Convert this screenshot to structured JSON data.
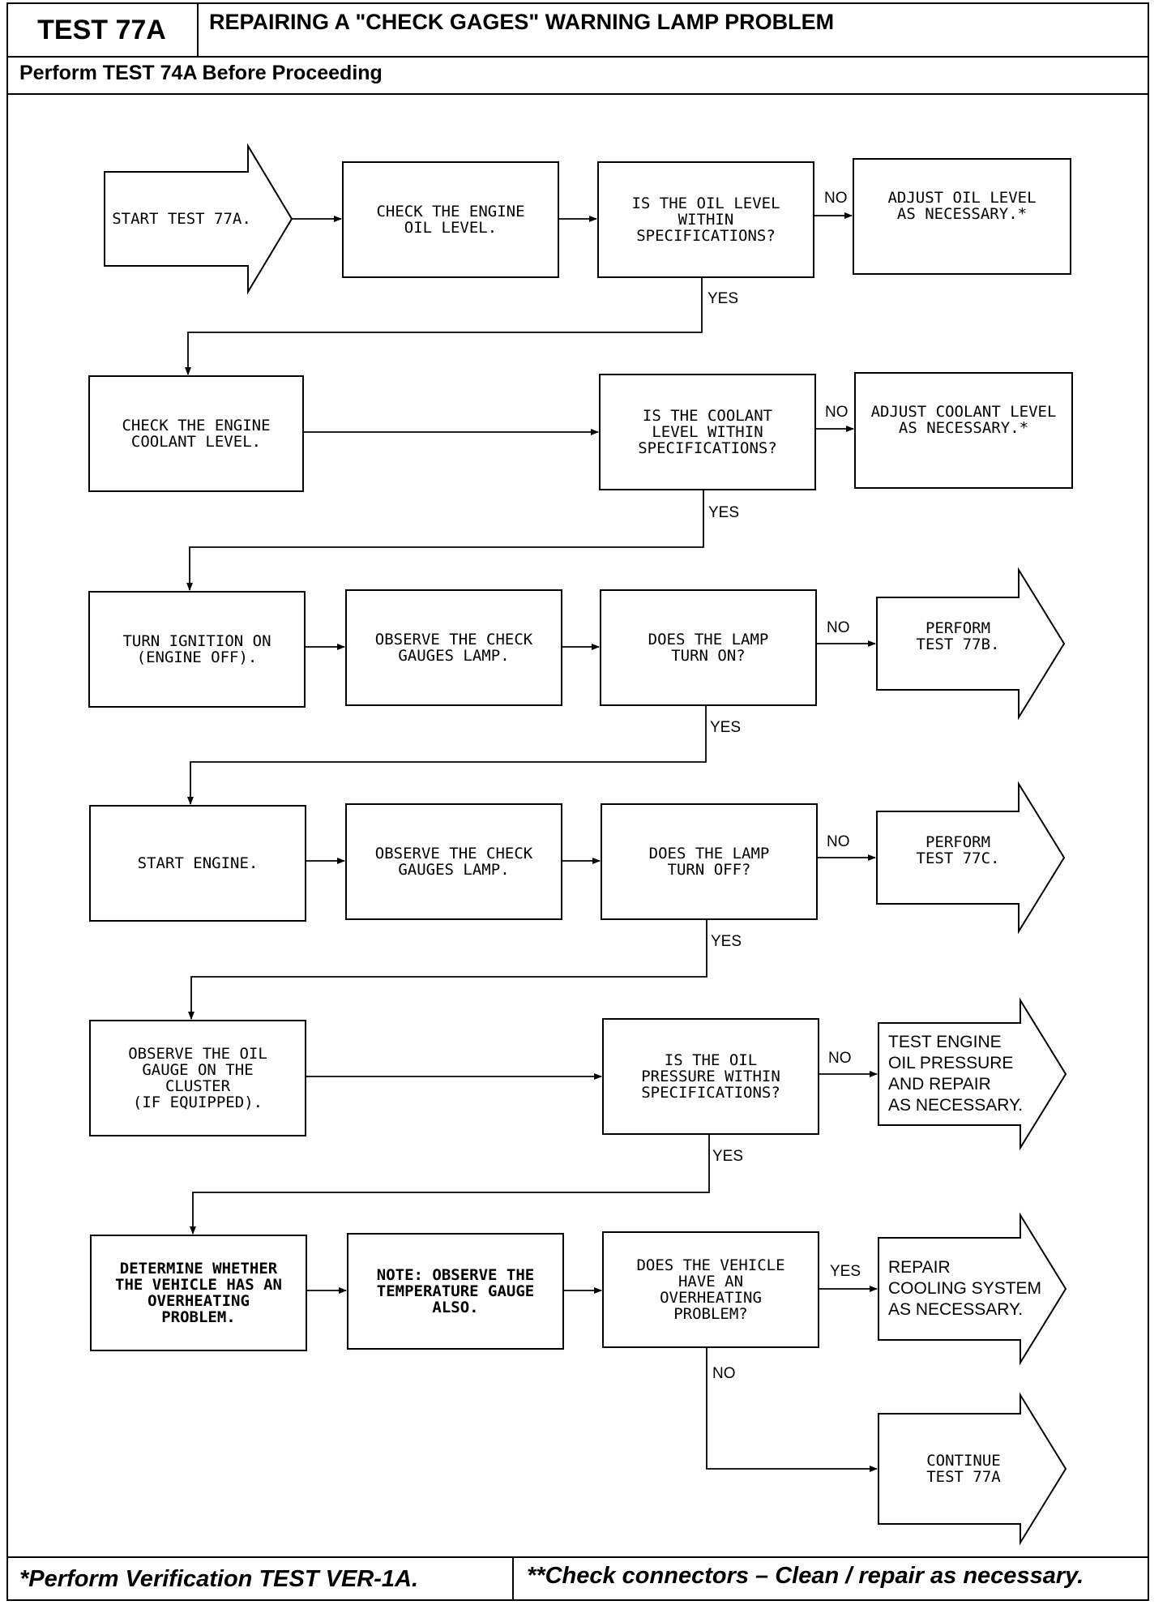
{
  "header": {
    "test_id": "TEST 77A",
    "title": "REPAIRING A \"CHECK GAGES\" WARNING LAMP PROBLEM",
    "subtitle": "Perform TEST 74A Before Proceeding"
  },
  "nodes": {
    "start": "START TEST 77A.",
    "check_oil": "CHECK THE ENGINE\nOIL LEVEL.",
    "oil_within": "IS THE OIL LEVEL\nWITHIN\nSPECIFICATIONS?",
    "adjust_oil": "ADJUST OIL LEVEL\nAS NECESSARY.*",
    "check_coolant": "CHECK THE ENGINE\nCOOLANT LEVEL.",
    "coolant_within": "IS THE COOLANT\nLEVEL WITHIN\nSPECIFICATIONS?",
    "adjust_coolant": "ADJUST COOLANT LEVEL\nAS NECESSARY.*",
    "ignition_on": "TURN IGNITION ON\n(ENGINE OFF).",
    "observe_lamp_1": "OBSERVE THE CHECK\nGAUGES LAMP.",
    "lamp_on": "DOES THE LAMP\nTURN ON?",
    "perform_77b": "PERFORM\nTEST 77B.",
    "start_engine": "START ENGINE.",
    "observe_lamp_2": "OBSERVE THE CHECK\nGAUGES LAMP.",
    "lamp_off": "DOES THE LAMP\nTURN OFF?",
    "perform_77c": "PERFORM\nTEST 77C.",
    "observe_oil_gauge": "OBSERVE THE OIL\nGAUGE ON THE\nCLUSTER\n(IF EQUIPPED).",
    "oil_pressure": "IS THE OIL\nPRESSURE WITHIN\nSPECIFICATIONS?",
    "test_oil_pressure": "TEST ENGINE\nOIL PRESSURE\nAND REPAIR\nAS NECESSARY.",
    "determine_overheat": "DETERMINE WHETHER\nTHE VEHICLE HAS AN\nOVERHEATING\nPROBLEM.",
    "note_temp": "NOTE: OBSERVE THE\nTEMPERATURE GAUGE\nALSO.",
    "overheat_q": "DOES THE VEHICLE\nHAVE AN\nOVERHEATING\nPROBLEM?",
    "repair_cooling": "REPAIR\nCOOLING SYSTEM\nAS NECESSARY.",
    "continue_77a": "CONTINUE\nTEST 77A"
  },
  "edge_labels": {
    "no": "NO",
    "yes": "YES"
  },
  "footer": {
    "left": "*Perform Verification TEST VER-1A.",
    "right": "**Check connectors – Clean / repair as necessary."
  }
}
